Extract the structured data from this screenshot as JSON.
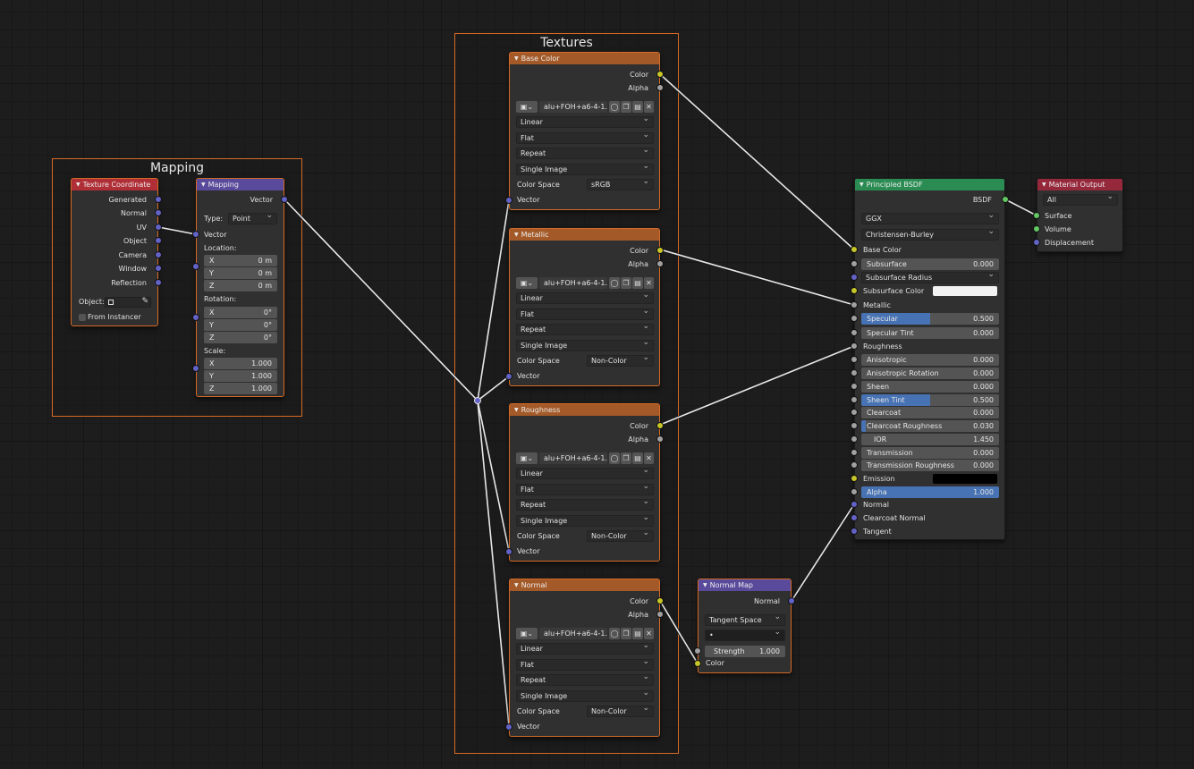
{
  "frames": {
    "mapping": "Mapping",
    "textures": "Textures"
  },
  "texture_coordinate": {
    "title": "Texture Coordinate",
    "outputs": [
      "Generated",
      "Normal",
      "UV",
      "Object",
      "Camera",
      "Window",
      "Reflection"
    ],
    "object_label": "Object:",
    "from_instancer": "From Instancer"
  },
  "mapping_node": {
    "title": "Mapping",
    "output": "Vector",
    "type_label": "Type:",
    "type_value": "Point",
    "vector_input": "Vector",
    "location_label": "Location:",
    "rotation_label": "Rotation:",
    "scale_label": "Scale:",
    "location": [
      {
        "axis": "X",
        "value": "0 m"
      },
      {
        "axis": "Y",
        "value": "0 m"
      },
      {
        "axis": "Z",
        "value": "0 m"
      }
    ],
    "rotation": [
      {
        "axis": "X",
        "value": "0°"
      },
      {
        "axis": "Y",
        "value": "0°"
      },
      {
        "axis": "Z",
        "value": "0°"
      }
    ],
    "scale": [
      {
        "axis": "X",
        "value": "1.000"
      },
      {
        "axis": "Y",
        "value": "1.000"
      },
      {
        "axis": "Z",
        "value": "1.000"
      }
    ]
  },
  "image_nodes": [
    {
      "title": "Base Color",
      "color_out": "Color",
      "alpha_out": "Alpha",
      "image_name": "alu+FOH+a6-4-1...",
      "interpolation": "Linear",
      "projection": "Flat",
      "extension": "Repeat",
      "source": "Single Image",
      "color_space_label": "Color Space",
      "color_space": "sRGB",
      "vector_in": "Vector"
    },
    {
      "title": "Metallic",
      "color_out": "Color",
      "alpha_out": "Alpha",
      "image_name": "alu+FOH+a6-4-1...",
      "interpolation": "Linear",
      "projection": "Flat",
      "extension": "Repeat",
      "source": "Single Image",
      "color_space_label": "Color Space",
      "color_space": "Non-Color",
      "vector_in": "Vector"
    },
    {
      "title": "Roughness",
      "color_out": "Color",
      "alpha_out": "Alpha",
      "image_name": "alu+FOH+a6-4-1...",
      "interpolation": "Linear",
      "projection": "Flat",
      "extension": "Repeat",
      "source": "Single Image",
      "color_space_label": "Color Space",
      "color_space": "Non-Color",
      "vector_in": "Vector"
    },
    {
      "title": "Normal",
      "color_out": "Color",
      "alpha_out": "Alpha",
      "image_name": "alu+FOH+a6-4-1...",
      "interpolation": "Linear",
      "projection": "Flat",
      "extension": "Repeat",
      "source": "Single Image",
      "color_space_label": "Color Space",
      "color_space": "Non-Color",
      "vector_in": "Vector"
    }
  ],
  "normal_map": {
    "title": "Normal Map",
    "output": "Normal",
    "space": "Tangent Space",
    "uv_value": "•",
    "strength_label": "Strength",
    "strength_value": "1.000",
    "color_input": "Color"
  },
  "principled": {
    "title": "Principled BSDF",
    "output": "BSDF",
    "distribution": "GGX",
    "subsurface_method": "Christensen-Burley",
    "base_color": "Base Color",
    "subsurface": {
      "label": "Subsurface",
      "value": "0.000"
    },
    "subsurface_radius": "Subsurface Radius",
    "subsurface_color": "Subsurface Color",
    "metallic": "Metallic",
    "specular": {
      "label": "Specular",
      "value": "0.500",
      "fill": 0.5
    },
    "specular_tint": {
      "label": "Specular Tint",
      "value": "0.000"
    },
    "roughness": "Roughness",
    "anisotropic": {
      "label": "Anisotropic",
      "value": "0.000"
    },
    "anisotropic_rotation": {
      "label": "Anisotropic Rotation",
      "value": "0.000"
    },
    "sheen": {
      "label": "Sheen",
      "value": "0.000"
    },
    "sheen_tint": {
      "label": "Sheen Tint",
      "value": "0.500",
      "fill": 0.5
    },
    "clearcoat": {
      "label": "Clearcoat",
      "value": "0.000"
    },
    "clearcoat_roughness": {
      "label": "Clearcoat Roughness",
      "value": "0.030",
      "fill": 0.03
    },
    "ior": {
      "label": "IOR",
      "value": "1.450"
    },
    "transmission": {
      "label": "Transmission",
      "value": "0.000"
    },
    "transmission_roughness": {
      "label": "Transmission Roughness",
      "value": "0.000"
    },
    "emission": "Emission",
    "alpha": {
      "label": "Alpha",
      "value": "1.000",
      "fill": 1.0
    },
    "normal": "Normal",
    "clearcoat_normal": "Clearcoat Normal",
    "tangent": "Tangent",
    "subsurface_color_swatch": "#f2f2f2",
    "emission_color_swatch": "#000000"
  },
  "material_output": {
    "title": "Material Output",
    "target": "All",
    "inputs": [
      "Surface",
      "Volume",
      "Displacement"
    ]
  },
  "colors": {
    "frame_border": "#d96a26",
    "texture_header": "#a45a28",
    "vector_header": "#5a4a9c",
    "input_header": "#b02e36",
    "shader_header": "#2a8c52",
    "output_header": "#95283a",
    "socket_color": "#c7c729",
    "socket_float": "#a1a1a1",
    "socket_vector": "#6363c7",
    "socket_shader": "#63c763",
    "slider_fill": "#4772b3",
    "link": "#e8e8e8"
  }
}
